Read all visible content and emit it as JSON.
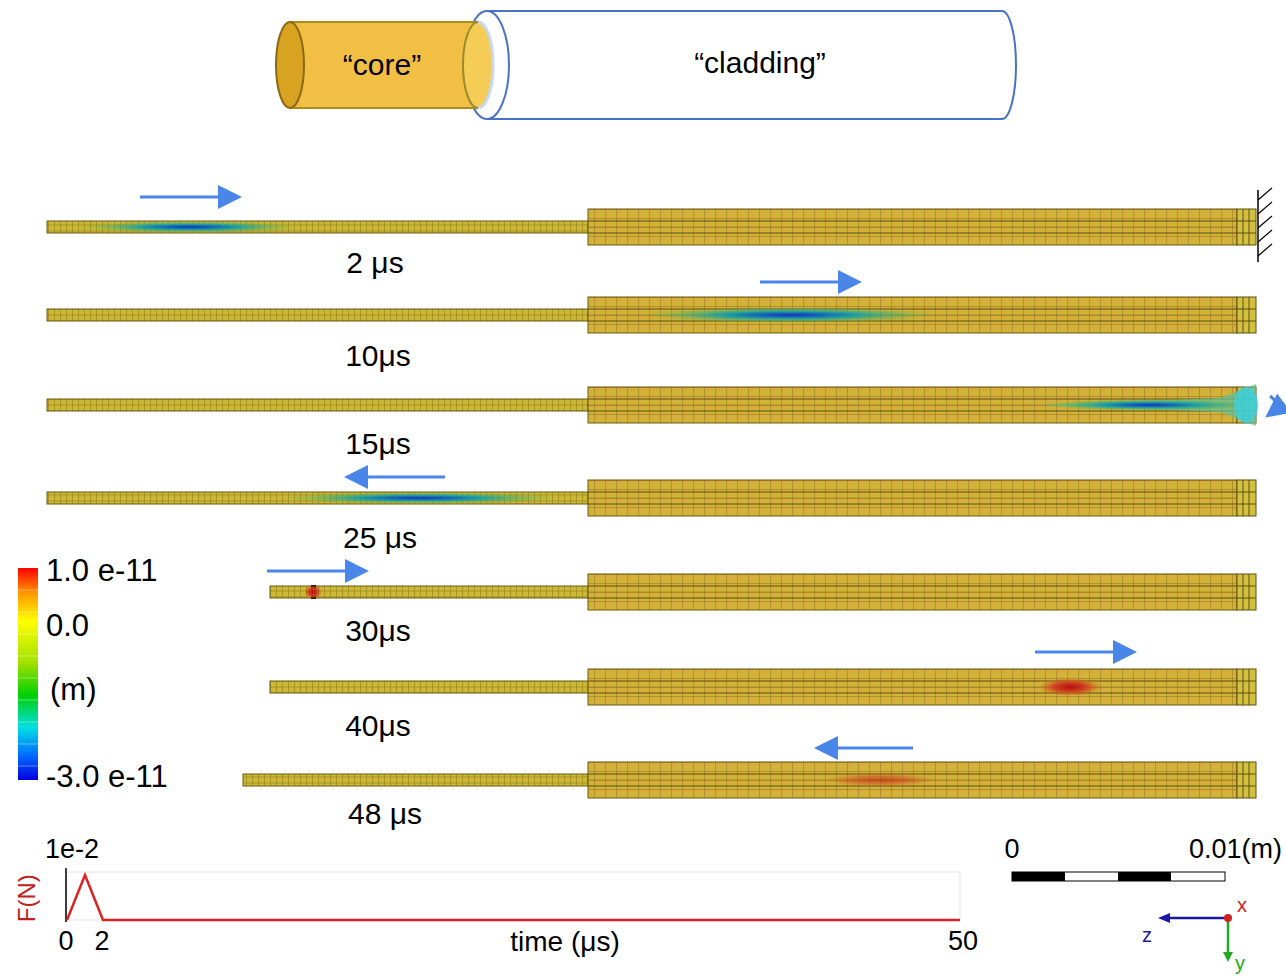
{
  "diagram": {
    "nodes": [
      {
        "text": [
          "“core”"
        ]
      },
      {
        "text": [
          "“cladding”"
        ]
      }
    ],
    "labels": [
      "2 μs",
      "10μs",
      "15μs",
      "25 μs",
      "30μs",
      "40μs",
      "48 μs",
      "1.0 e-11",
      "0.0",
      "(m)",
      "-3.0 e-11",
      "1e-2",
      "F(N)",
      "0",
      "2",
      "time (μs)",
      "50",
      "0",
      "0.01(m)",
      "z",
      "x",
      "y"
    ]
  }
}
